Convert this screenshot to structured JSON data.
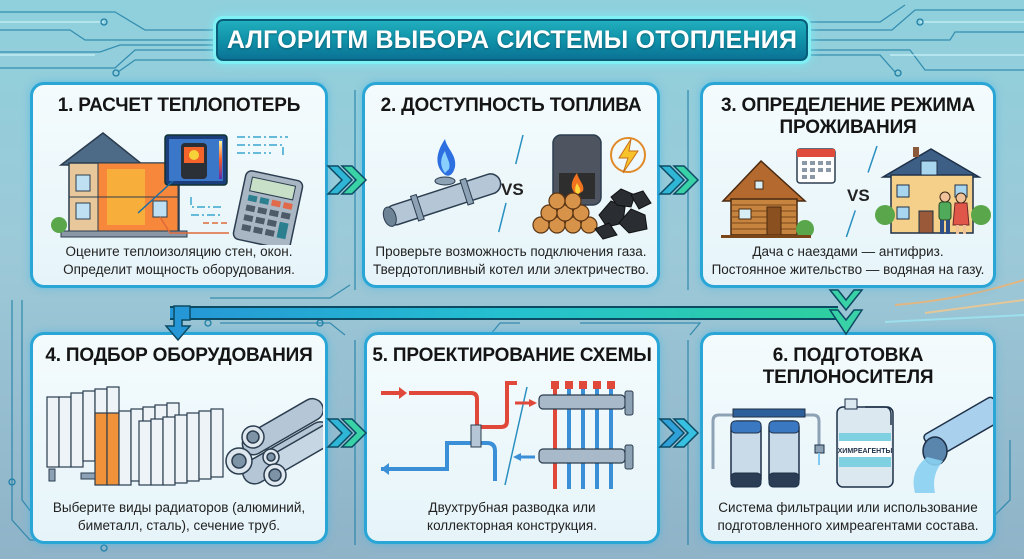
{
  "title": "АЛГОРИТМ ВЫБОРА СИСТЕМЫ ОТОПЛЕНИЯ",
  "colors": {
    "banner": "#0f8fa8",
    "card_border": "#2aa6d6",
    "card_bg": "#eef8fb",
    "arrow_teal": "#2ecf9f",
    "arrow_blue": "#2596d6",
    "hot_pipe": "#e0483a",
    "cold_pipe": "#3a8fd6"
  },
  "steps": [
    {
      "number": 1,
      "title": "1. РАСЧЕТ ТЕПЛОПОТЕРЬ",
      "desc_line1": "Оцените теплоизоляцию стен, окон.",
      "desc_line2": "Определит мощность оборудования.",
      "icons": [
        "house-thermal-icon",
        "thermal-camera-icon",
        "calculator-icon"
      ]
    },
    {
      "number": 2,
      "title": "2. ДОСТУПНОСТЬ ТОПЛИВА",
      "vs": "VS",
      "desc_line1": "Проверьте возможность подключения газа.",
      "desc_line2": "Твердотопливный котел или электричество.",
      "icons": [
        "gas-pipe-flame-icon",
        "solid-fuel-boiler-icon",
        "lightning-icon",
        "firewood-icon",
        "coal-icon"
      ]
    },
    {
      "number": 3,
      "title_line1": "3. ОПРЕДЕЛЕНИЕ РЕЖИМА",
      "title_line2": "ПРОЖИВАНИЯ",
      "vs": "VS",
      "desc_line1": "Дача с наездами — антифриз.",
      "desc_line2": "Постоянное жительство — водяная на газу.",
      "icons": [
        "log-cabin-icon",
        "calendar-icon",
        "family-house-icon",
        "family-icon"
      ]
    },
    {
      "number": 4,
      "title": "4. ПОДБОР ОБОРУДОВАНИЯ",
      "desc_line1": "Выберите виды радиаторов (алюминий,",
      "desc_line2": "биметалл, сталь), сечение труб.",
      "icons": [
        "radiators-icon",
        "pipes-icon"
      ]
    },
    {
      "number": 5,
      "title": "5. ПРОЕКТИРОВАНИЕ СХЕМЫ",
      "desc_line1": "Двухтрубная разводка или",
      "desc_line2": "коллекторная конструкция.",
      "icons": [
        "two-pipe-scheme-icon",
        "manifold-icon"
      ]
    },
    {
      "number": 6,
      "title": "6. ПОДГОТОВКА ТЕПЛОНОСИТЕЛЯ",
      "canister_label": "ХИМРЕАГЕНТЫ",
      "desc_line1": "Система фильтрации или использование",
      "desc_line2": "подготовленного химреагентами состава.",
      "icons": [
        "water-filter-icon",
        "chemical-canister-icon",
        "water-pipe-icon"
      ]
    }
  ]
}
